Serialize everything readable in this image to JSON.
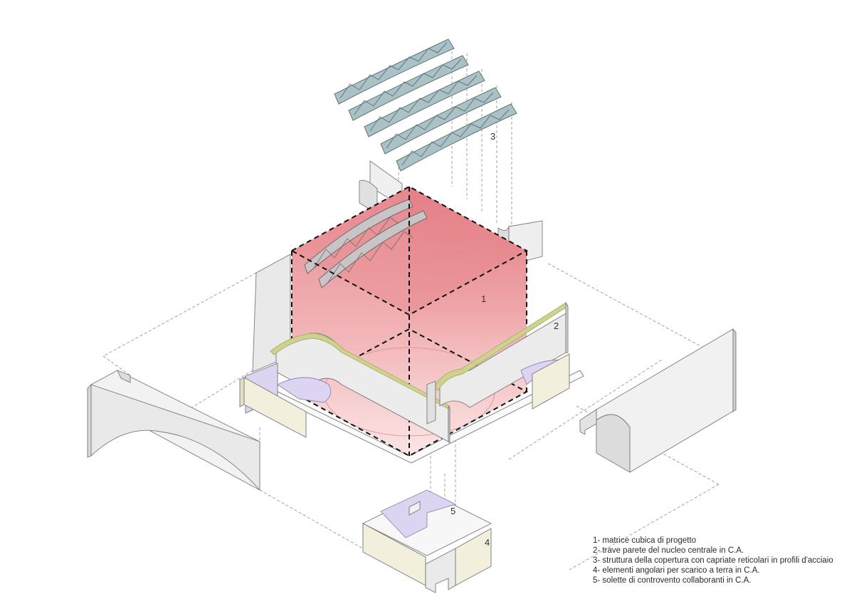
{
  "callouts": {
    "c1": "1",
    "c2": "2",
    "c3": "3",
    "c4": "4",
    "c5": "5"
  },
  "legend": [
    "1- matrice cubica di progetto",
    "2- trave parete del nucleo centrale in C.A.",
    "3- struttura della copertura con capriate reticolari in profili d'acciaio",
    "4- elementi angolari per scarico a terra in C.A.",
    "5- solette di controvento collaboranti in C.A."
  ],
  "colors": {
    "cube_fill_top": "#e57f86",
    "cube_fill_bottom": "#fbe3e3",
    "wall_light": "#f4f4f4",
    "wall_mid": "#e6e6e6",
    "wall_dark": "#d6d6d6",
    "slab_lilac": "#dcd4f0",
    "panel_cream": "#f2efdd",
    "truss_teal": "#9fb7bb",
    "wall_edge_olive": "#aab06a",
    "line": "#6e6e6e"
  },
  "icons": {
    "truss": "truss-icon",
    "cube": "cube-icon",
    "wall": "wall-icon"
  }
}
